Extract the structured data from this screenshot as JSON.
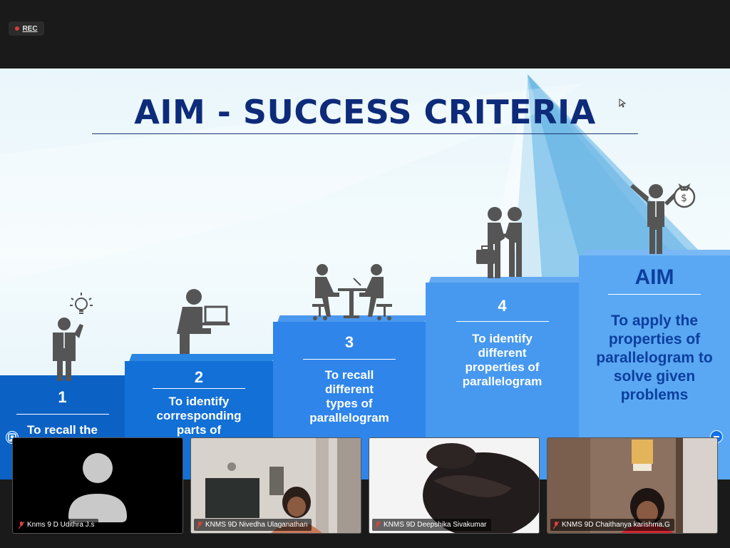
{
  "recording": {
    "label": "REC"
  },
  "slide": {
    "title": "AIM - SUCCESS CRITERIA",
    "steps": [
      {
        "number": "1",
        "text": "To recall the"
      },
      {
        "number": "2",
        "text": "To identify corresponding parts of"
      },
      {
        "number": "3",
        "text": "To recall different types of parallelogram"
      },
      {
        "number": "4",
        "text": "To identify different properties of parallelogram"
      },
      {
        "number": "AIM",
        "text": "To apply the properties of parallelogram to solve given problems"
      }
    ]
  },
  "participants": [
    {
      "name": "Knms 9 D Udithra J.s"
    },
    {
      "name": "KNMS 9D Nivedha Ulaganathan"
    },
    {
      "name": "KNMS 9D Deepshika Sivakumar"
    },
    {
      "name": "KNMS 9D Chaithanya karishma.G"
    }
  ],
  "colors": {
    "title": "#0e2b7a",
    "muted_mic": "#e0413a",
    "zoom_blue": "#0e71eb"
  }
}
